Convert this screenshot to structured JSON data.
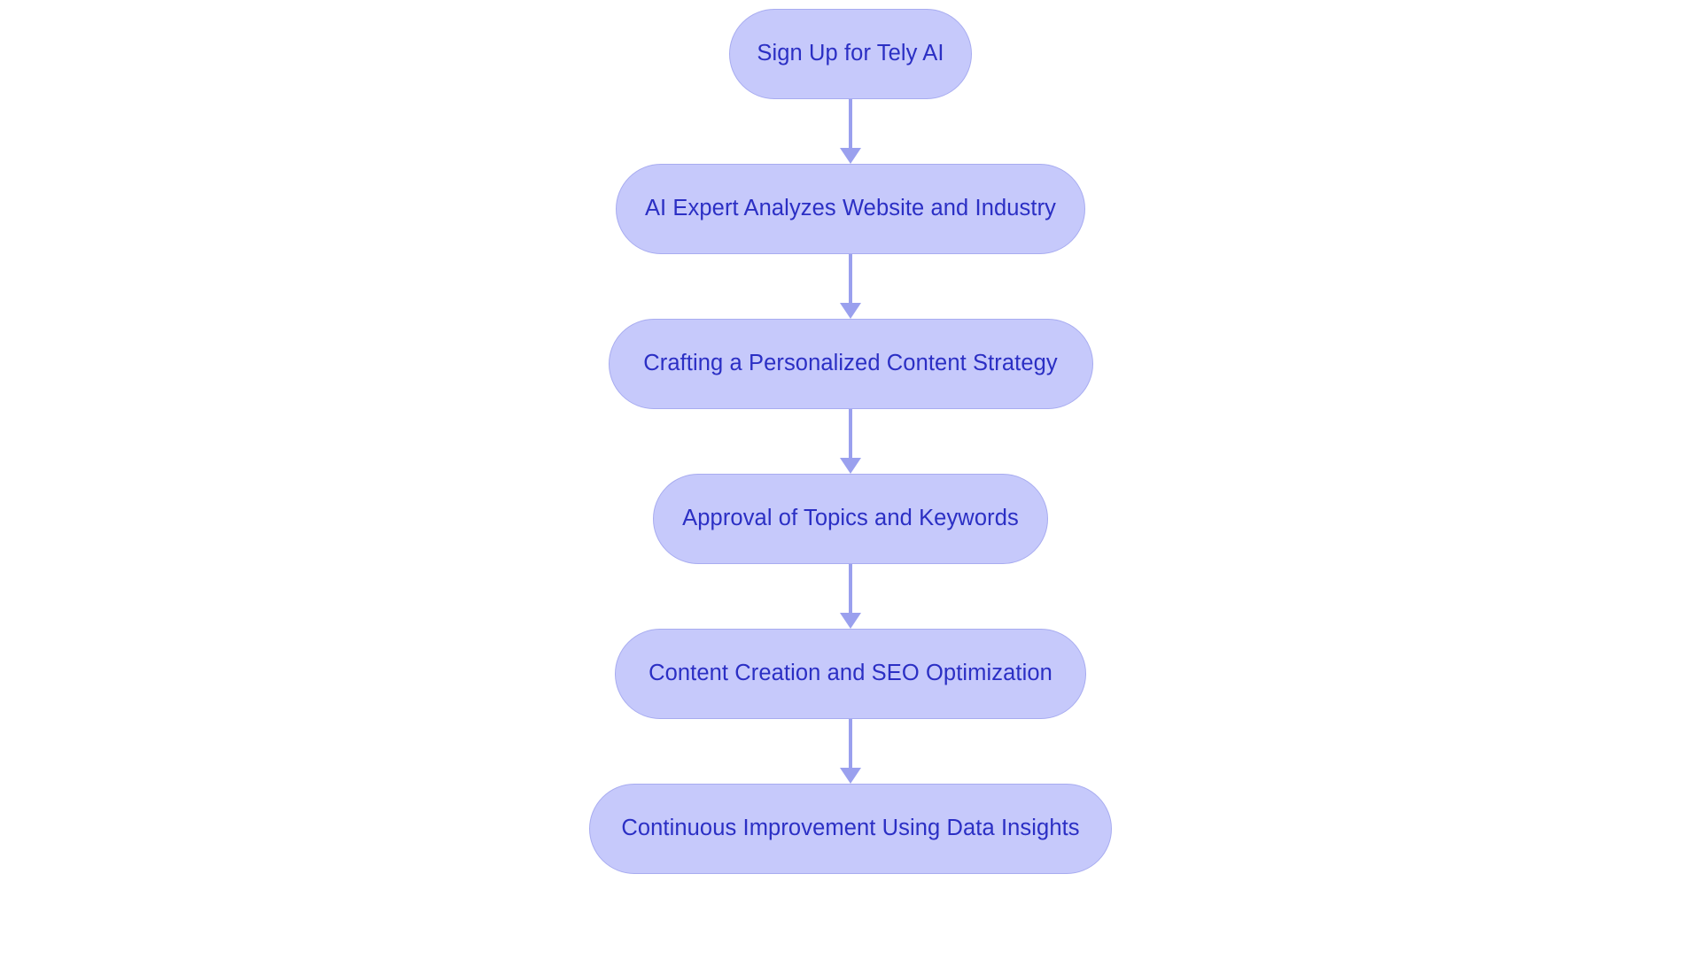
{
  "chart_data": {
    "type": "diagram",
    "diagram_type": "flowchart",
    "orientation": "vertical-top-to-bottom",
    "title": "",
    "nodes": [
      {
        "id": "n0",
        "label": "Sign Up for Tely AI",
        "shape": "rounded-pill",
        "order": 1
      },
      {
        "id": "n1",
        "label": "AI Expert Analyzes Website and Industry",
        "shape": "rounded-pill",
        "order": 2
      },
      {
        "id": "n2",
        "label": "Crafting a Personalized Content Strategy",
        "shape": "rounded-pill",
        "order": 3
      },
      {
        "id": "n3",
        "label": "Approval of Topics and Keywords",
        "shape": "rounded-pill",
        "order": 4
      },
      {
        "id": "n4",
        "label": "Content Creation and SEO Optimization",
        "shape": "rounded-pill",
        "order": 5
      },
      {
        "id": "n5",
        "label": "Continuous Improvement Using Data Insights",
        "shape": "rounded-pill",
        "order": 6
      }
    ],
    "edges": [
      {
        "from": "n0",
        "to": "n1",
        "style": "arrow-down",
        "label": ""
      },
      {
        "from": "n1",
        "to": "n2",
        "style": "arrow-down",
        "label": ""
      },
      {
        "from": "n2",
        "to": "n3",
        "style": "arrow-down",
        "label": ""
      },
      {
        "from": "n3",
        "to": "n4",
        "style": "arrow-down",
        "label": ""
      },
      {
        "from": "n4",
        "to": "n5",
        "style": "arrow-down",
        "label": ""
      }
    ],
    "colors": {
      "node_fill": "#c6c9fb",
      "node_border": "#a8acf0",
      "node_text": "#2b2fc4",
      "edge": "#9aa0ee",
      "background": "#ffffff"
    }
  },
  "nodes": {
    "0": {
      "label": "Sign Up for Tely AI"
    },
    "1": {
      "label": "AI Expert Analyzes Website and Industry"
    },
    "2": {
      "label": "Crafting a Personalized Content Strategy"
    },
    "3": {
      "label": "Approval of Topics and Keywords"
    },
    "4": {
      "label": "Content Creation and SEO Optimization"
    },
    "5": {
      "label": "Continuous Improvement Using Data Insights"
    }
  }
}
